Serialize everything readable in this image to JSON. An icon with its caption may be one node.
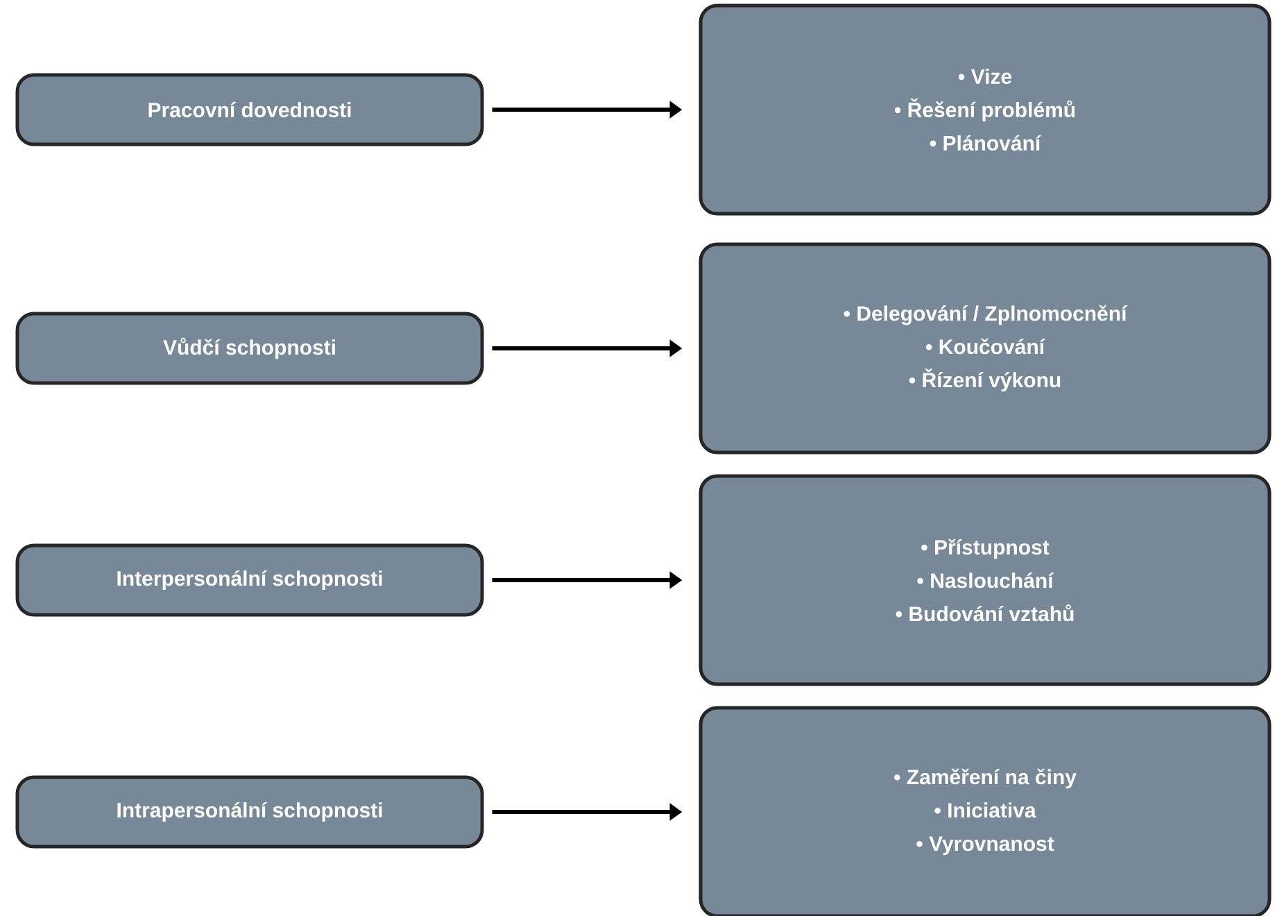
{
  "diagram": {
    "nodes": [
      {
        "text": [
          "Pracovní dovednosti"
        ]
      },
      {
        "text": [
          "• Vize",
          "• Řešení problémů",
          "• Plánování"
        ]
      },
      {
        "text": [
          "Vůdčí schopnosti"
        ]
      },
      {
        "text": [
          "• Delegování / Zplnomocnění",
          "• Koučování",
          "• Řízení výkonu"
        ]
      },
      {
        "text": [
          "Interpersonální schopnosti"
        ]
      },
      {
        "text": [
          "• Přístupnost",
          "• Naslouchání",
          "• Budování vztahů"
        ]
      },
      {
        "text": [
          "Intrapersonální schopnosti"
        ]
      },
      {
        "text": [
          "• Zaměření na činy",
          "• Iniciativa",
          "• Vyrovnanost"
        ]
      }
    ],
    "edges": [
      {
        "from": 0,
        "to": 1,
        "arrow": "to"
      },
      {
        "from": 2,
        "to": 3,
        "arrow": "to"
      },
      {
        "from": 4,
        "to": 5,
        "arrow": "to"
      },
      {
        "from": 6,
        "to": 7,
        "arrow": "to"
      }
    ]
  }
}
